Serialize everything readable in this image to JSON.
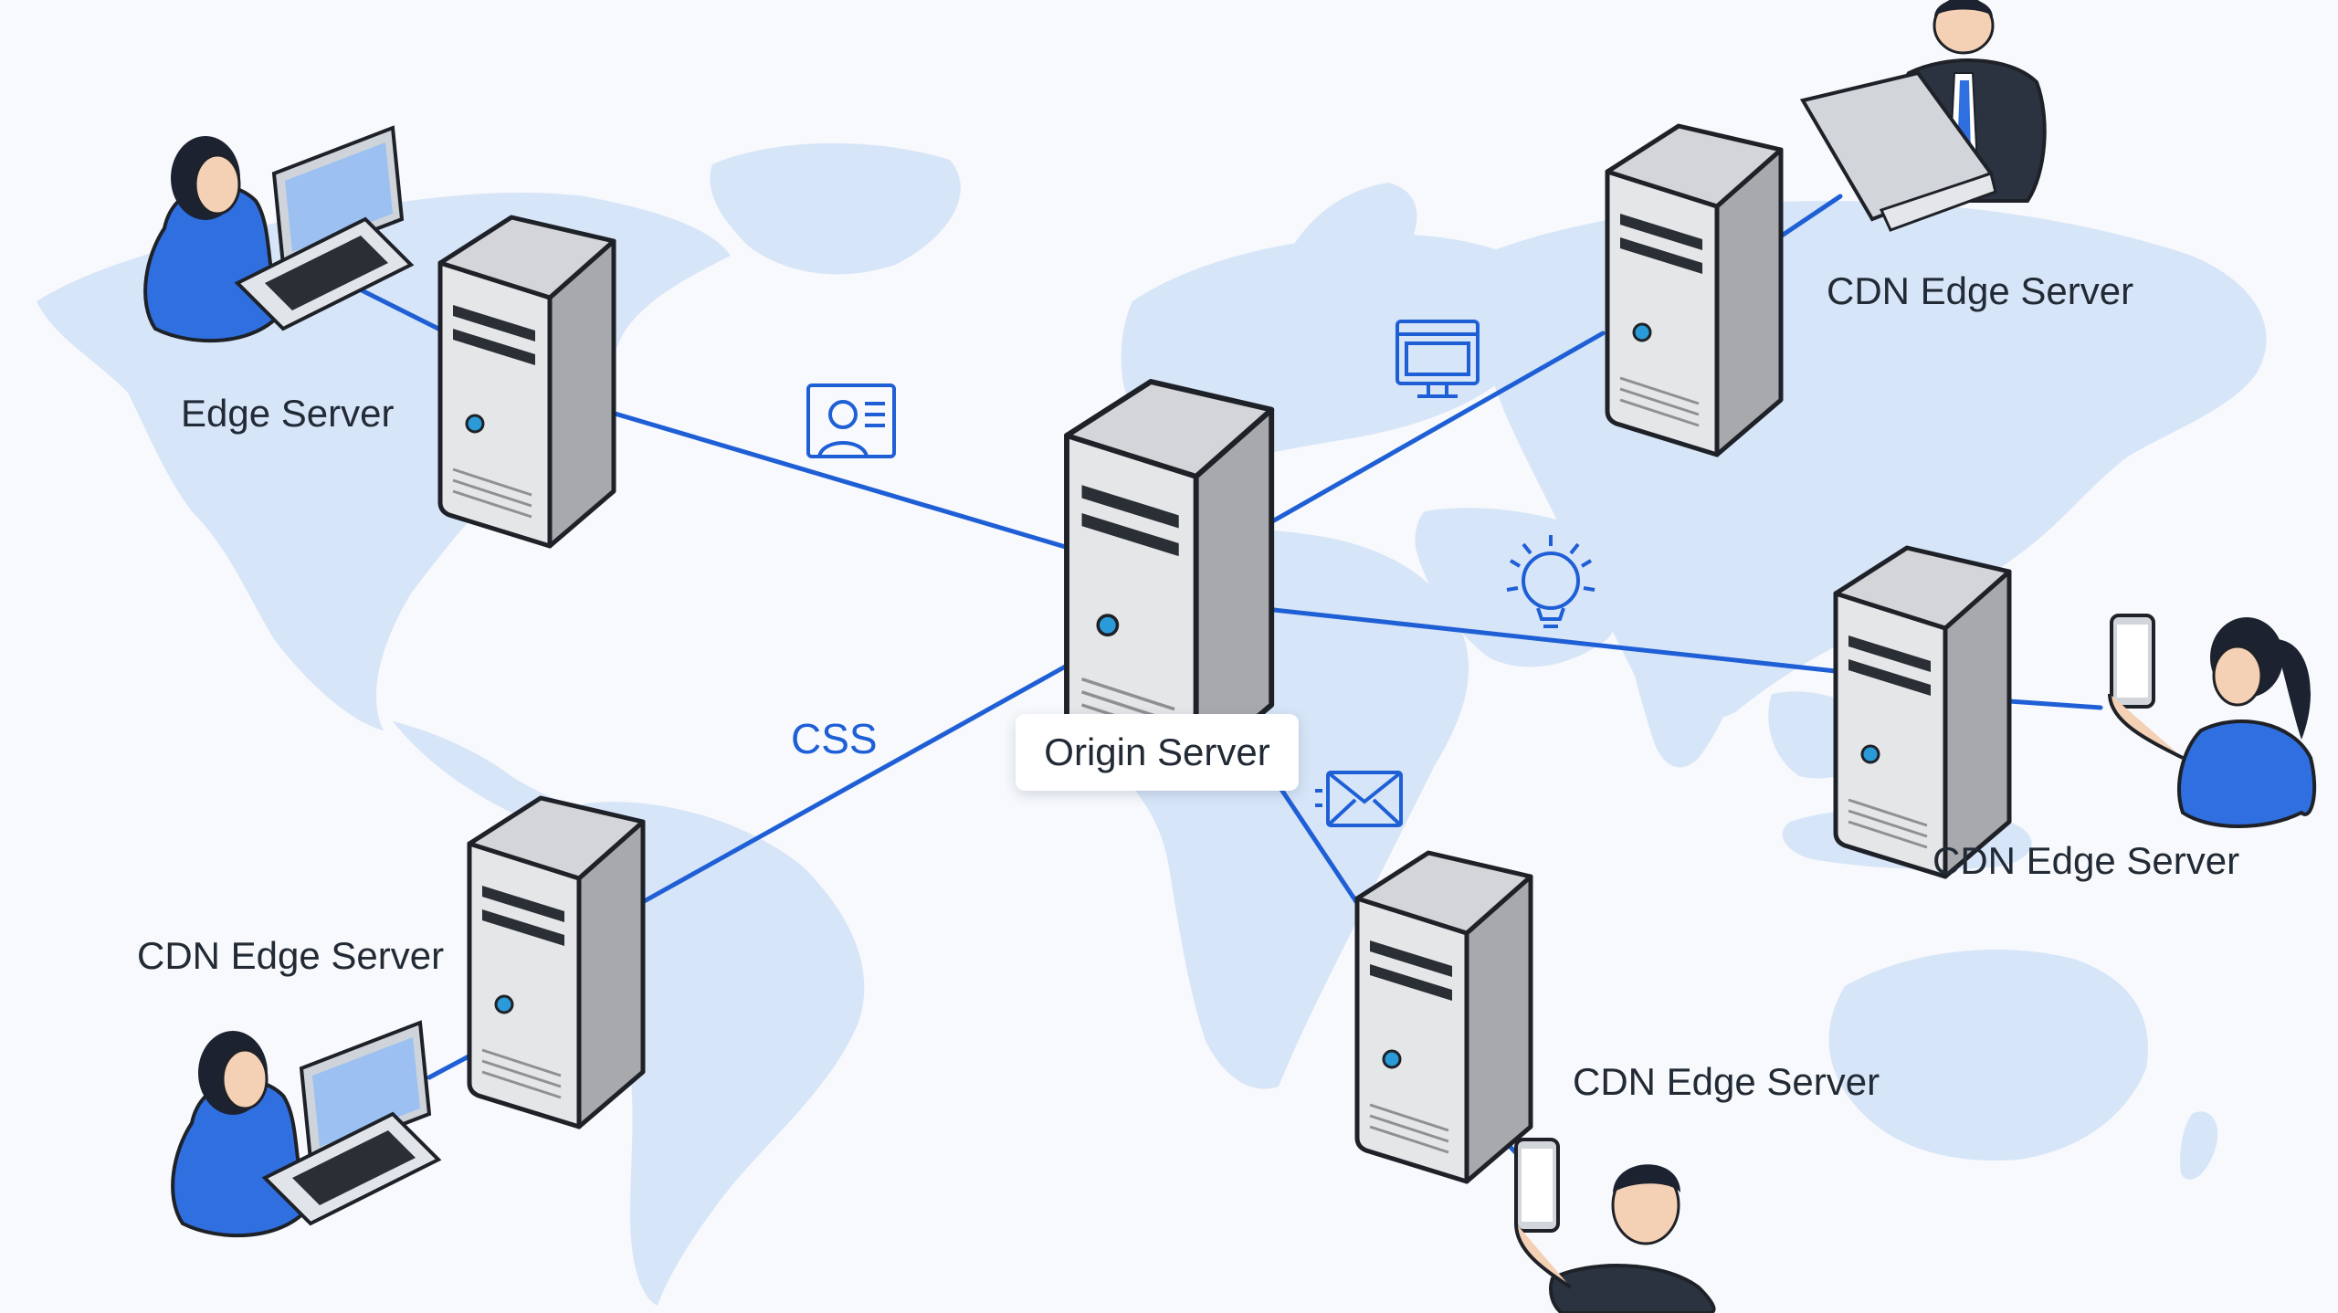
{
  "diagram": {
    "origin": {
      "label": "Origin Server"
    },
    "edges": [
      {
        "label": "Edge Server"
      },
      {
        "label": "CDN Edge Server"
      },
      {
        "label": "CDN Edge Server"
      },
      {
        "label": "CDN Edge Server"
      },
      {
        "label": "CDN Edge Server"
      }
    ],
    "asset_labels": {
      "css": "CSS"
    },
    "asset_icons": [
      "profile-card-icon",
      "monitor-icon",
      "gear-bulb-icon",
      "envelope-icon"
    ],
    "users": [
      "laptop-user-icon",
      "laptop-user-icon",
      "business-laptop-user-icon",
      "phone-user-icon",
      "phone-user-icon"
    ]
  },
  "colors": {
    "background": "#f7f9fc",
    "map": "#d7e5f8",
    "link": "#1f5fd6",
    "server_light": "#e6e7e9",
    "server_dark": "#a9abae",
    "outline": "#1e2228",
    "user_shirt": "#2f6fe0",
    "hair": "#1c2230"
  }
}
